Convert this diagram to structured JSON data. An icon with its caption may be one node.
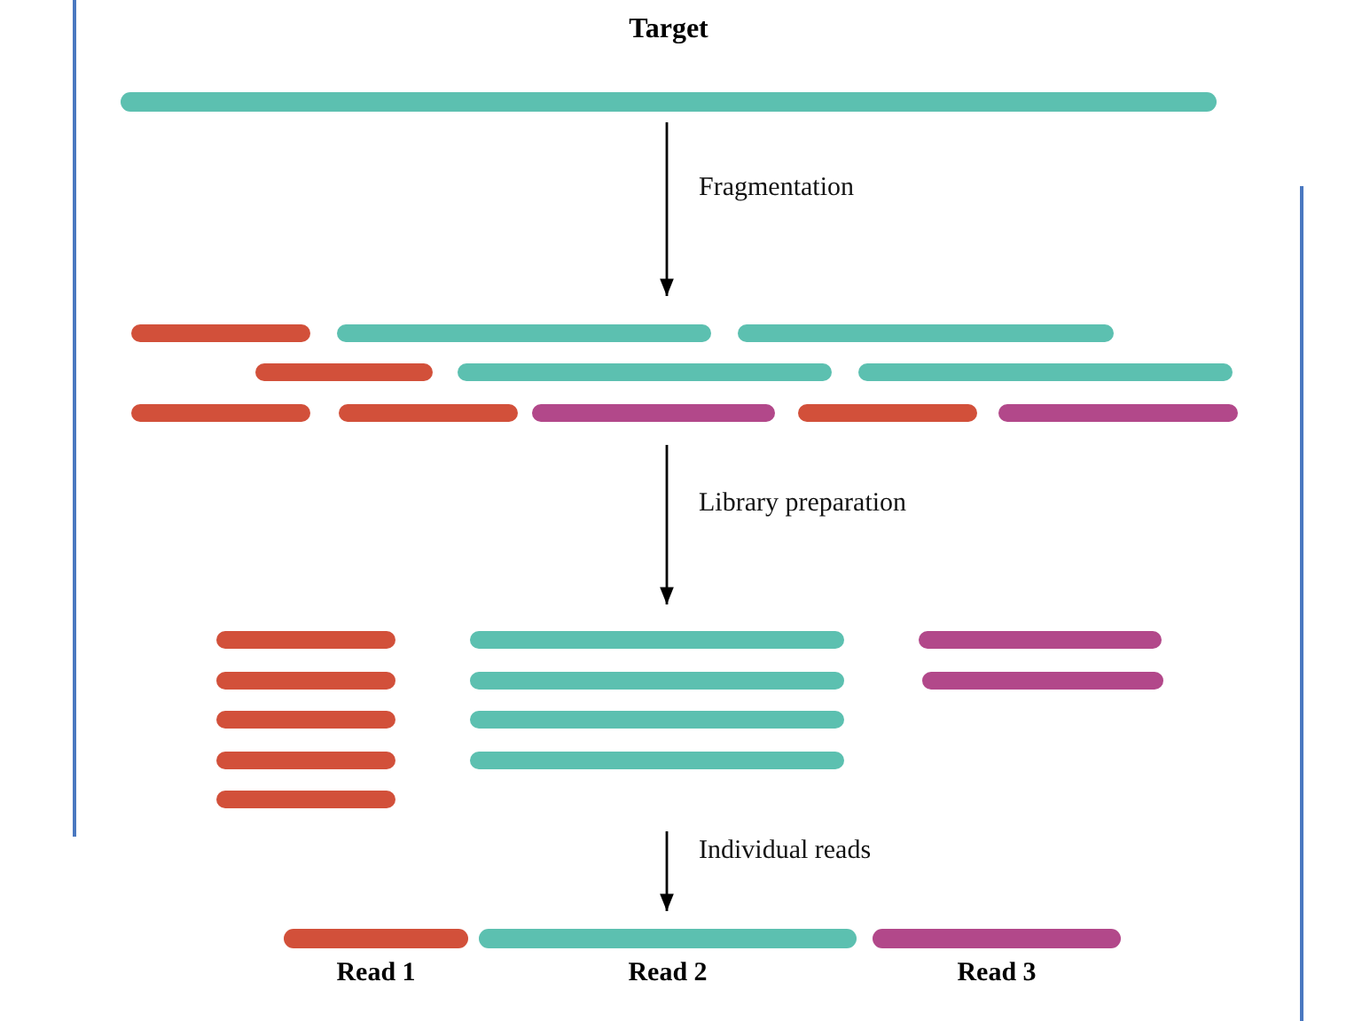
{
  "diagram": {
    "nodes": [
      {
        "text": [
          "Target"
        ]
      },
      {
        "text": [],
        "shape": "bar"
      },
      {
        "text": [],
        "shape": "bar"
      },
      {
        "text": [
          "Read 1"
        ]
      },
      {
        "text": [
          "Read 2"
        ]
      },
      {
        "text": [
          "Read 3"
        ]
      }
    ],
    "edges": [
      {
        "from": 0,
        "to": 1,
        "arrow": "to",
        "label": "Fragmentation"
      },
      {
        "from": 1,
        "to": 2,
        "arrow": "to",
        "label": "Library preparation"
      },
      {
        "from": 2,
        "to": 4,
        "arrow": "to",
        "label": "Individual reads"
      }
    ]
  }
}
